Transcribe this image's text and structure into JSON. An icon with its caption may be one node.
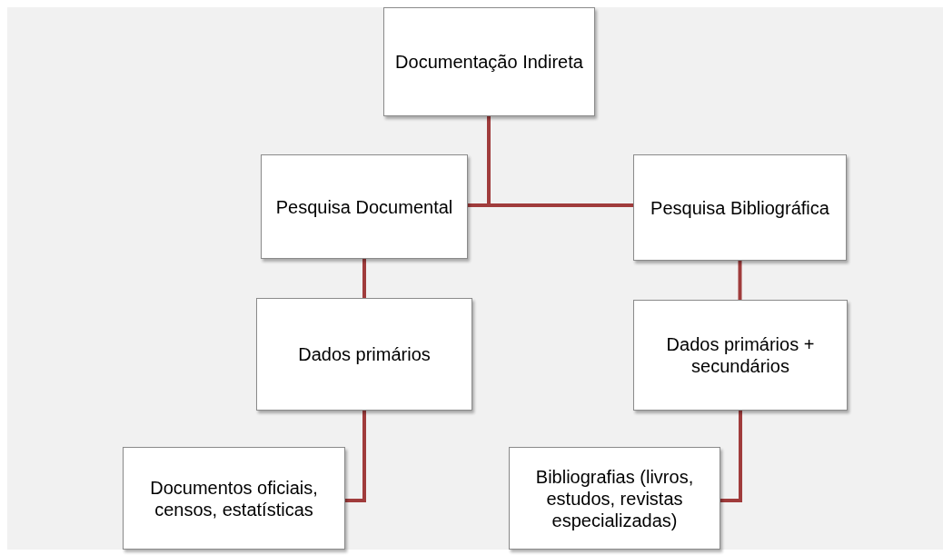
{
  "diagram": {
    "nodes": [
      {
        "text": [
          "Documentação Indireta"
        ]
      },
      {
        "text": [
          "Pesquisa Documental"
        ]
      },
      {
        "text": [
          "Pesquisa Bibliográfica"
        ]
      },
      {
        "text": [
          "Dados primários"
        ]
      },
      {
        "text": [
          "Dados primários + secundários"
        ]
      },
      {
        "text": [
          "Documentos oficiais, censos, estatísticas"
        ]
      },
      {
        "text": [
          "Bibliografias (livros, estudos, revistas especializadas)"
        ]
      }
    ],
    "edges": [
      {
        "from": 0,
        "to": 1,
        "arrow": "none"
      },
      {
        "from": 0,
        "to": 2,
        "arrow": "none"
      },
      {
        "from": 1,
        "to": 3,
        "arrow": "none"
      },
      {
        "from": 2,
        "to": 4,
        "arrow": "none"
      },
      {
        "from": 3,
        "to": 5,
        "arrow": "none"
      },
      {
        "from": 4,
        "to": 6,
        "arrow": "none"
      }
    ]
  }
}
